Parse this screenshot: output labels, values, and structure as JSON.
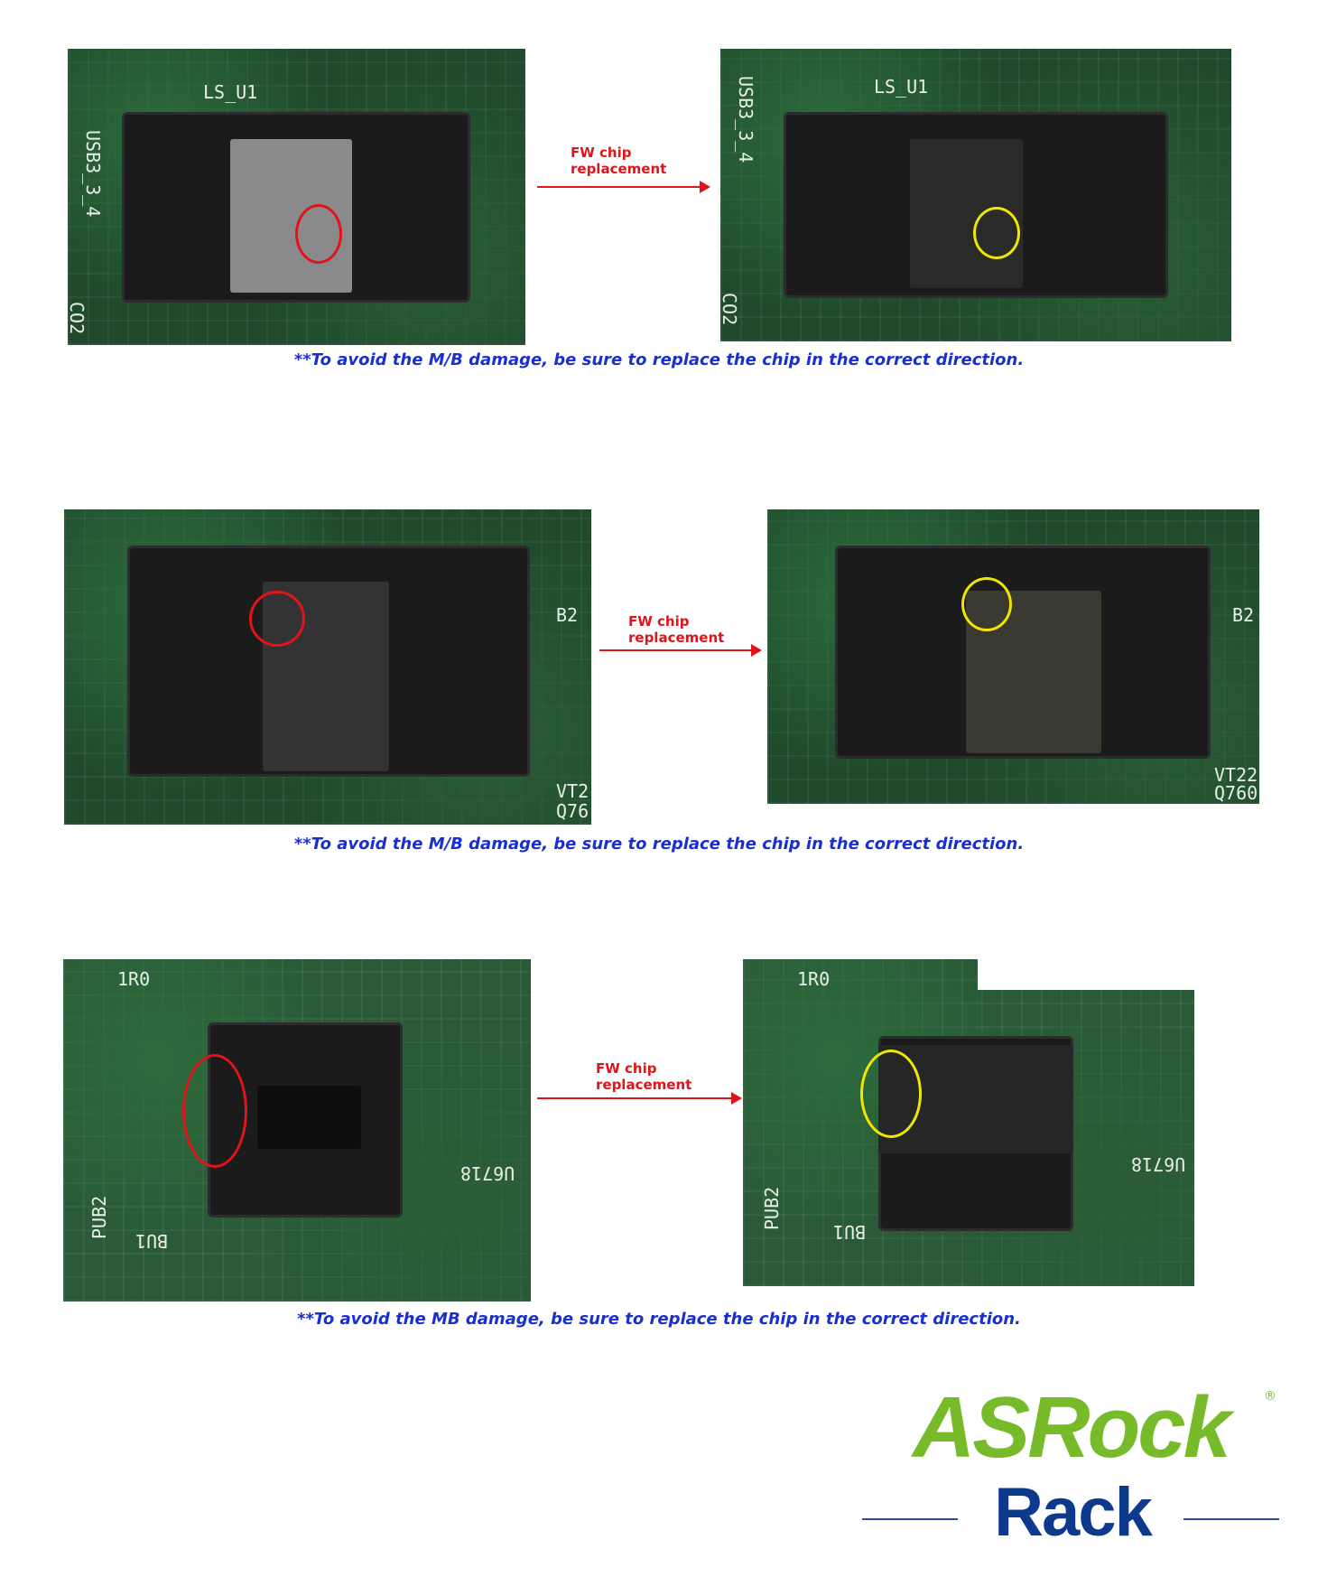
{
  "rows": [
    {
      "arrow_label_line1": "FW chip",
      "arrow_label_line2": "replacement",
      "caption": "**To avoid the M/B damage, be sure to replace the chip in the correct direction.",
      "before_silkscreen": [
        "LS_U1",
        "USB3_3_4",
        "CO2"
      ],
      "after_silkscreen": [
        "LS_U1",
        "USB3_3_4",
        "CO2"
      ],
      "before_marker_color": "#e0141a",
      "after_marker_color": "#f2e600"
    },
    {
      "arrow_label_line1": "FW chip",
      "arrow_label_line2": "replacement",
      "caption": "**To avoid the M/B damage, be sure to replace the chip in the correct direction.",
      "before_silkscreen": [
        "B2",
        "VT2",
        "Q76"
      ],
      "after_silkscreen": [
        "B2",
        "VT22",
        "Q760"
      ],
      "before_marker_color": "#e0141a",
      "after_marker_color": "#f2e600"
    },
    {
      "arrow_label_line1": "FW chip",
      "arrow_label_line2": "replacement",
      "caption": "**To avoid the MB damage, be sure to replace the chip in the correct direction.",
      "before_silkscreen": [
        "1R0",
        "PUB2",
        "BU1",
        "U6718"
      ],
      "after_silkscreen": [
        "1R0",
        "PUB2",
        "BU1",
        "U6718"
      ],
      "before_marker_color": "#e0141a",
      "after_marker_color": "#f2e600"
    }
  ],
  "logo": {
    "top": "ASRock",
    "bottom": "Rack",
    "registered": "®",
    "green": "#78bb2a",
    "blue": "#0e3a8e"
  }
}
